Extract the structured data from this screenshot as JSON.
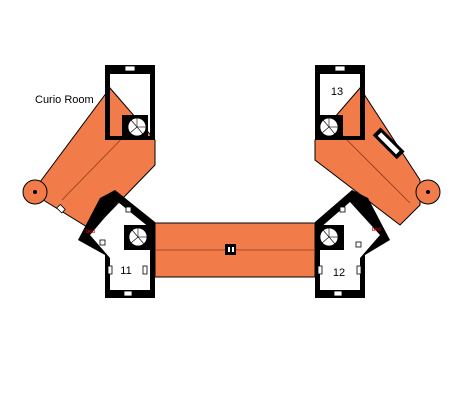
{
  "map": {
    "title": "Curio Room",
    "rooms": [
      {
        "number": "11"
      },
      {
        "number": "12"
      },
      {
        "number": "13"
      }
    ],
    "bed_markers": [
      "bed",
      "bed"
    ],
    "colors": {
      "roof": "#f27b4a",
      "wall": "#000000",
      "floor": "#ffffff"
    }
  }
}
